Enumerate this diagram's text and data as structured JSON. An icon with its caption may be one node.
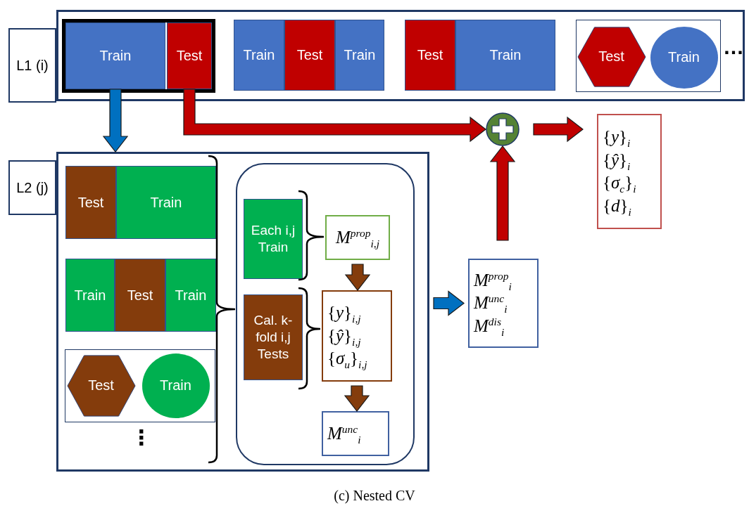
{
  "diagram": {
    "caption": "(c) Nested CV",
    "nodes": [
      {
        "text": [
          "L1 (i)"
        ]
      },
      {
        "text": [],
        "shape": "box"
      },
      {
        "text": [],
        "shape": "box",
        "in": 1
      },
      {
        "text": [
          "Train"
        ],
        "in": 2
      },
      {
        "text": [
          "Test"
        ],
        "in": 2
      },
      {
        "text": [
          "Train"
        ],
        "in": 1
      },
      {
        "text": [
          "Test"
        ],
        "in": 1
      },
      {
        "text": [
          "Train"
        ],
        "in": 1
      },
      {
        "text": [
          "Test"
        ],
        "in": 1
      },
      {
        "text": [
          "Train"
        ],
        "in": 1
      },
      {
        "text": [],
        "shape": "box",
        "in": 1
      },
      {
        "text": [
          "Test"
        ],
        "in": 10
      },
      {
        "text": [
          "Train"
        ],
        "in": 10
      },
      {
        "text": [],
        "shape": "circle"
      },
      {
        "text": [
          "{*y*}$_{i}$",
          "{*ŷ*}$_{i}$",
          "{*σ*$_{c}$}$_{i}$",
          "{*d*}$_{i}$"
        ]
      },
      {
        "text": [
          "L2 (j)"
        ]
      },
      {
        "text": [],
        "shape": "box"
      },
      {
        "text": [
          "Test"
        ],
        "in": 16
      },
      {
        "text": [
          "Train"
        ],
        "in": 16
      },
      {
        "text": [
          "Train"
        ],
        "in": 16
      },
      {
        "text": [
          "Test"
        ],
        "in": 16
      },
      {
        "text": [
          "Train"
        ],
        "in": 16
      },
      {
        "text": [],
        "shape": "box",
        "in": 16
      },
      {
        "text": [
          "Test"
        ],
        "in": 22
      },
      {
        "text": [
          "Train"
        ],
        "in": 22
      },
      {
        "text": [],
        "shape": "box",
        "in": 16
      },
      {
        "text": [
          "Each i,j Train"
        ],
        "in": 25
      },
      {
        "text": [
          "*M*$^{prop}$$_{i,j}$"
        ],
        "in": 25
      },
      {
        "text": [
          "Cal. k-fold i,j Tests"
        ],
        "in": 25
      },
      {
        "text": [
          "{*y*}$_{i,j}$",
          "{*ŷ*}$_{i,j}$",
          "{*σ*$_{u}$}$_{i,j}$"
        ],
        "in": 25
      },
      {
        "text": [
          "*M*$^{unc}$$_{i}$"
        ],
        "in": 25
      },
      {
        "text": [
          "*M*$^{prop}$$_{i}$",
          "*M*$^{unc}$$_{i}$",
          "*M*$^{dis}$$_{i}$"
        ]
      }
    ],
    "edges": [
      {
        "from": 3,
        "to": 16,
        "arrow": "to",
        "color": "#0070c0"
      },
      {
        "from": 4,
        "to": 13,
        "arrow": "to"
      },
      {
        "from": 31,
        "to": 13,
        "arrow": "to"
      },
      {
        "from": 13,
        "to": 14,
        "arrow": "to"
      },
      {
        "from": 27,
        "to": 29,
        "arrow": "to",
        "color": "#843c0c"
      },
      {
        "from": 29,
        "to": 30,
        "arrow": "to",
        "color": "#843c0c"
      },
      {
        "from": 16,
        "to": 31,
        "arrow": "to",
        "color": "#0070c0"
      }
    ],
    "labels": [
      "…",
      "⋮"
    ]
  }
}
